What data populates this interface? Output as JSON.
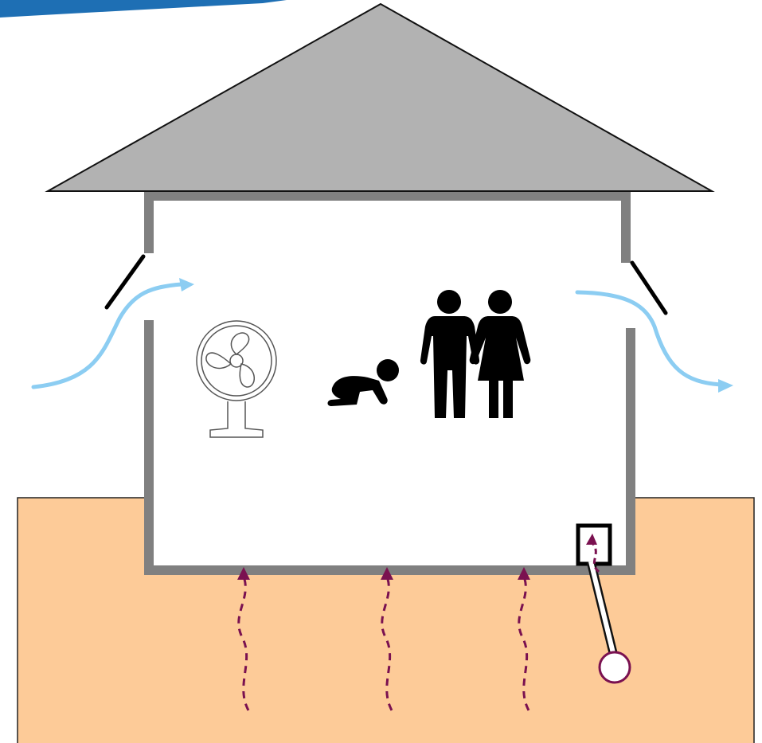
{
  "diagram": {
    "description_visible_text": "",
    "elements": {
      "roof": {
        "color": "#b2b2b2"
      },
      "walls": {
        "color": "#808080"
      },
      "ground": {
        "color": "#fdcb98"
      },
      "airflow": {
        "color": "#8ccdf2",
        "icon": "airflow-arrow"
      },
      "radon_paths": {
        "color": "#7a1150",
        "count": 3,
        "icon": "wavy-dashed-arrow"
      },
      "vent_pipe": {
        "color": "#7a1150",
        "icon": "sub-slab-vent-pipe"
      },
      "fan": {
        "icon": "fan-icon"
      },
      "baby": {
        "icon": "crawling-baby-icon"
      },
      "couple": {
        "icon": "couple-icon"
      },
      "vents": {
        "icon": "open-vent-flap",
        "count": 2
      },
      "corner_stripe": {
        "color": "#1e6fb4"
      }
    }
  }
}
